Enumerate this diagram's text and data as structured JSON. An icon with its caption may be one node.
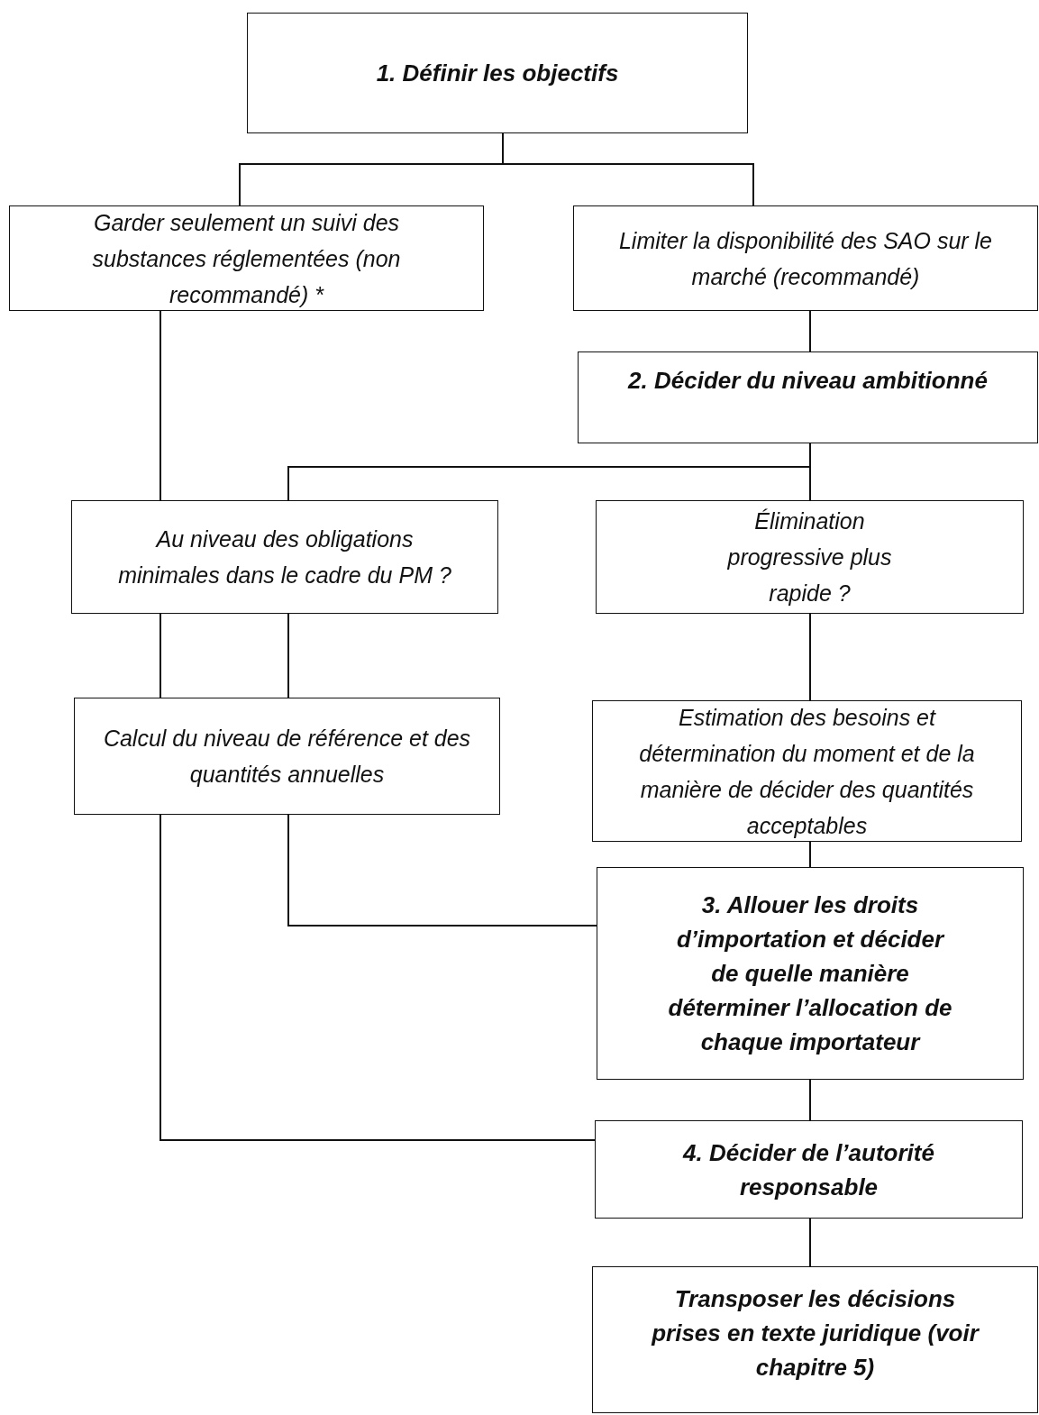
{
  "diagram": {
    "nodes": [
      {
        "text": [
          "1. Définir les objectifs"
        ]
      },
      {
        "text": [
          "Garder seulement un suivi des substances réglementées (non recommandé) *"
        ]
      },
      {
        "text": [
          "Limiter la disponibilité des SAO sur le marché (recommandé)"
        ]
      },
      {
        "text": [
          "2. Décider du niveau ambitionné"
        ]
      },
      {
        "text": [
          "Au niveau des obligations minimales dans le cadre du PM ?"
        ]
      },
      {
        "text": [
          "Élimination progressive plus rapide ?"
        ]
      },
      {
        "text": [
          "Calcul du niveau de référence et des quantités annuelles"
        ]
      },
      {
        "text": [
          "Estimation des besoins et détermination du moment et de la manière de décider des quantités acceptables"
        ]
      },
      {
        "text": [
          "3. Allouer les droits d’importation et décider de quelle manière déterminer l’allocation de chaque importateur"
        ]
      },
      {
        "text": [
          "4. Décider de l’autorité responsable"
        ]
      },
      {
        "text": [
          "Transposer les décisions prises en texte juridique (voir chapitre 5)"
        ]
      }
    ],
    "edges": [
      {
        "from": 0,
        "to": 1,
        "arrow": "none"
      },
      {
        "from": 0,
        "to": 2,
        "arrow": "none"
      },
      {
        "from": 2,
        "to": 3,
        "arrow": "none"
      },
      {
        "from": 3,
        "to": 4,
        "arrow": "none"
      },
      {
        "from": 3,
        "to": 5,
        "arrow": "none"
      },
      {
        "from": 1,
        "to": 4,
        "arrow": "none"
      },
      {
        "from": 4,
        "to": 6,
        "arrow": "none"
      },
      {
        "from": 4,
        "to": 6,
        "arrow": "none"
      },
      {
        "from": 5,
        "to": 7,
        "arrow": "none"
      },
      {
        "from": 6,
        "to": 8,
        "arrow": "none"
      },
      {
        "from": 6,
        "to": 9,
        "arrow": "none"
      },
      {
        "from": 7,
        "to": 8,
        "arrow": "none"
      },
      {
        "from": 8,
        "to": 9,
        "arrow": "none"
      },
      {
        "from": 9,
        "to": 10,
        "arrow": "none"
      }
    ]
  }
}
